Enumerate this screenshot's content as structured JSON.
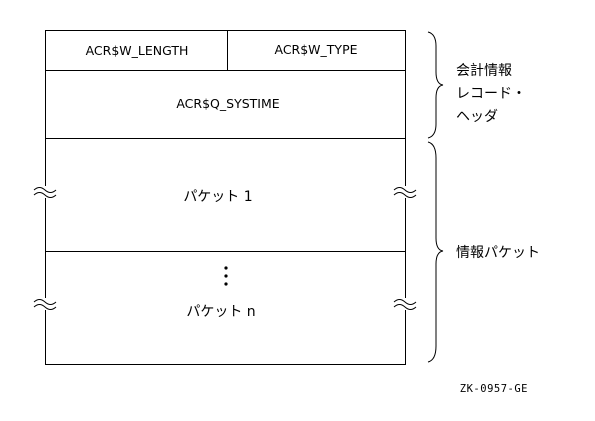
{
  "fields": {
    "length": "ACR$W_LENGTH",
    "type": "ACR$W_TYPE",
    "systime": "ACR$Q_SYSTIME"
  },
  "packets": {
    "first": "パケット 1",
    "last": "パケット n"
  },
  "annotations": {
    "header_line1": "会計情報",
    "header_line2": "レコード・",
    "header_line3": "ヘッダ",
    "packets_label": "情報パケット"
  },
  "figure_id": "ZK-0957-GE"
}
